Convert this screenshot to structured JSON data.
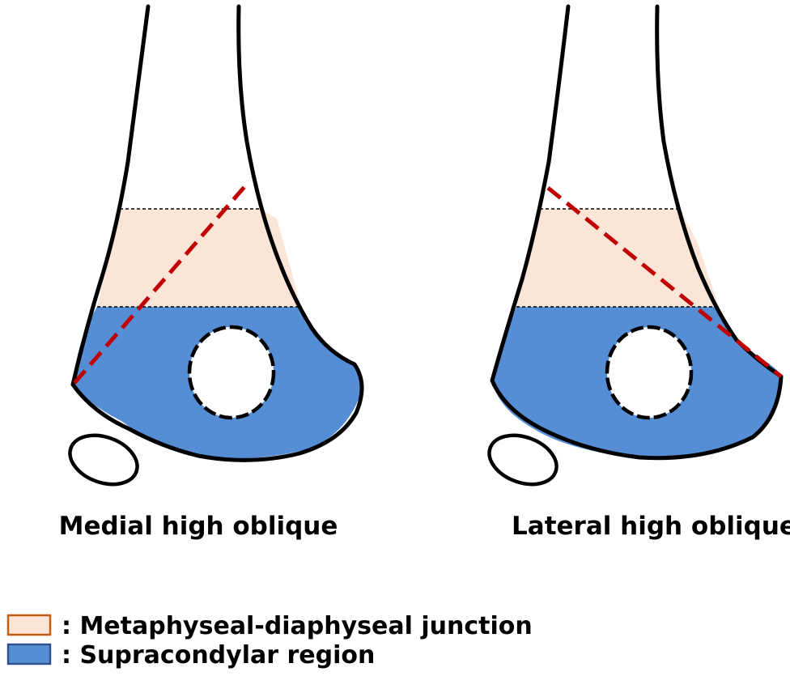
{
  "panels": [
    {
      "caption": "Medial high oblique",
      "osteotomy": "medial"
    },
    {
      "caption": "Lateral high oblique",
      "osteotomy": "lateral"
    }
  ],
  "legend": {
    "items": [
      {
        "swatch_color": "#FBE5D6",
        "swatch_border": "#C55A11",
        "label": ": Metaphyseal-diaphyseal junction"
      },
      {
        "swatch_color": "#558ED5",
        "swatch_border": "#2F528F",
        "label": ": Supracondylar region"
      }
    ]
  },
  "colors": {
    "junction_fill": "#FBE5D6",
    "supracondylar_fill": "#558ED5",
    "osteotomy_line": "#C00000",
    "outline": "#000000"
  }
}
